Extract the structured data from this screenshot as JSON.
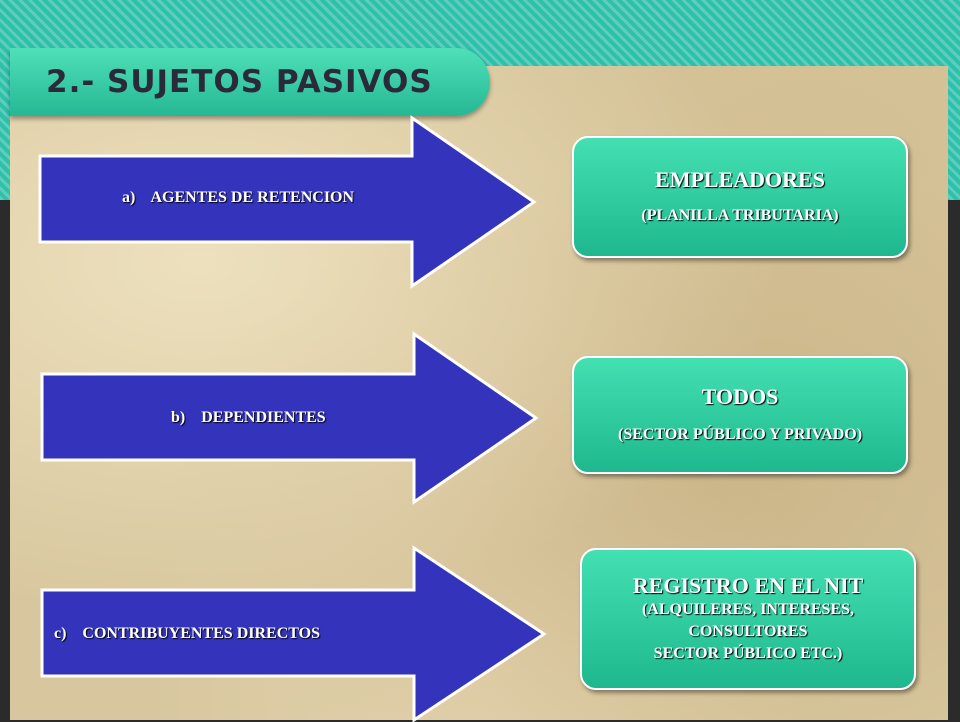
{
  "slide": {
    "title": "2.- SUJETOS PASIVOS",
    "colors": {
      "accent": "#2fc0aa",
      "arrow": "#3333bb",
      "box": "#2ec99e"
    },
    "rows": [
      {
        "arrow_text": "a)    AGENTES DE RETENCION",
        "box_main": "EMPLEADORES",
        "box_sub": [
          "(PLANILLA TRIBUTARIA)"
        ]
      },
      {
        "arrow_text": "b)    DEPENDIENTES",
        "box_main": "TODOS",
        "box_sub": [
          "(SECTOR PÚBLICO Y PRIVADO)"
        ]
      },
      {
        "arrow_text": "c)    CONTRIBUYENTES DIRECTOS",
        "box_main": "REGISTRO EN EL NIT",
        "box_sub": [
          "(ALQUILERES, INTERESES,",
          "CONSULTORES",
          "SECTOR PÚBLICO ETC.)"
        ]
      }
    ]
  }
}
